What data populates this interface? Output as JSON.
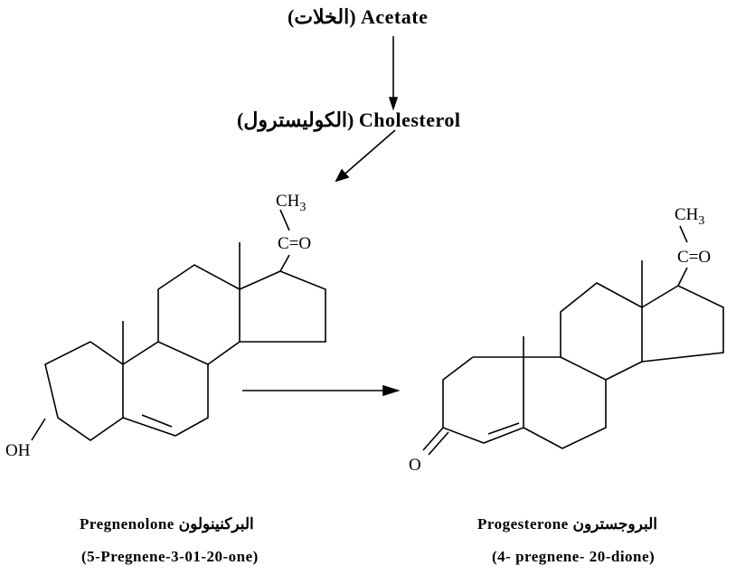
{
  "pathway": {
    "acetate_ar": "(الخلات)",
    "acetate_en": "Acetate",
    "cholesterol_ar": "(الكوليسترول)",
    "cholesterol_en": "Cholesterol"
  },
  "pregnenolone": {
    "ch3": "CH3",
    "carbonyl": "C=O",
    "hydroxyl": "OH",
    "name_en": "Pregnenolone",
    "name_ar": "البركنينولون",
    "iupac": "(5-Pregnene-3-01-20-one)"
  },
  "progesterone": {
    "ch3": "CH3",
    "carbonyl": "C=O",
    "ketone_o": "O",
    "name_en": "Progesterone",
    "name_ar": "البروجسترون",
    "iupac": "(4- pregnene- 20-dione)"
  }
}
